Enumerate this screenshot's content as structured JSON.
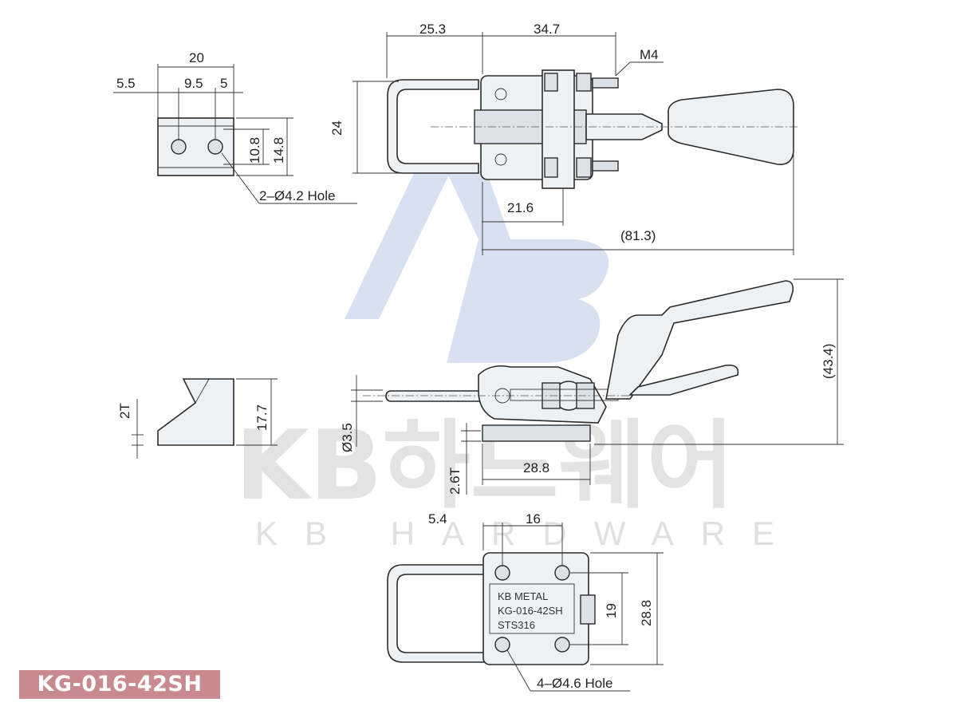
{
  "model_badge": "KG-016-42SH",
  "watermark": {
    "brand_big": "KB하드웨어",
    "brand_small": "KB HARDWARE"
  },
  "engraving": {
    "line1": "KB METAL",
    "line2": "KG-016-42SH",
    "line3": "STS316"
  },
  "dimensions": {
    "top_overall_left": "25.3",
    "top_overall_right": "34.7",
    "thread": "M4",
    "height": "24",
    "pivot": "21.6",
    "overall_length": "(81.3)",
    "plate_width": "20",
    "plate_left": "5.5",
    "plate_hole_spacing": "9.5",
    "plate_right": "5",
    "plate_hole_height": "10.8",
    "plate_height": "14.8",
    "plate_holes": "2–Ø4.2 Hole",
    "side_thickness": "2T",
    "side_height": "17.7",
    "hook_dia": "Ø3.5",
    "base_thickness": "2.6T",
    "base_length": "28.8",
    "total_height": "(43.4)",
    "bottom_left": "5.4",
    "bottom_spacing": "16",
    "bottom_hole_spacing_v": "19",
    "bottom_height": "28.8",
    "bottom_holes": "4–Ø4.6 Hole"
  },
  "colors": {
    "badge": "#c98a8f",
    "watermark_logo": "#c9d7ea",
    "part_fill": "#eef1f4"
  }
}
